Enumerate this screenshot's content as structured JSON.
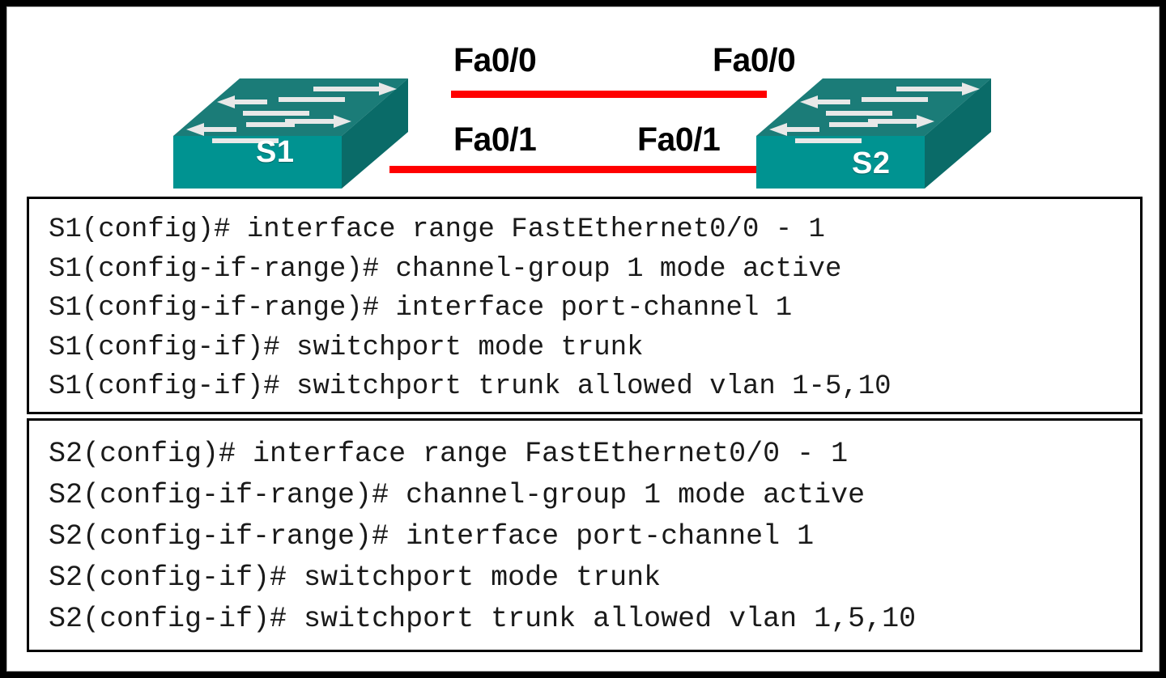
{
  "topology": {
    "devices": [
      {
        "id": "s1",
        "label": "S1",
        "icon": "switch-icon"
      },
      {
        "id": "s2",
        "label": "S2",
        "icon": "switch-icon"
      }
    ],
    "links": [
      {
        "id": "link-top",
        "color": "#ff0000",
        "left_interface": "Fa0/0",
        "right_interface": "Fa0/0"
      },
      {
        "id": "link-bottom",
        "color": "#ff0000",
        "left_interface": "Fa0/1",
        "right_interface": "Fa0/1"
      }
    ],
    "interface_labels": {
      "s1_top": "Fa0/0",
      "s2_top": "Fa0/0",
      "s1_bottom": "Fa0/1",
      "s2_bottom": "Fa0/1"
    },
    "colors": {
      "switch_front": "#009391",
      "switch_top": "#1b7c78",
      "switch_side": "#0a6b68",
      "link": "#ff0000",
      "label_text": "#ffffff"
    }
  },
  "config_blocks": [
    {
      "device": "S1",
      "lines": [
        "S1(config)# interface range FastEthernet0/0 - 1",
        "S1(config-if-range)# channel-group 1 mode active",
        "S1(config-if-range)# interface port-channel 1",
        "S1(config-if)# switchport mode trunk",
        "S1(config-if)# switchport trunk allowed vlan 1-5,10"
      ]
    },
    {
      "device": "S2",
      "lines": [
        "S2(config)# interface range FastEthernet0/0 - 1",
        "S2(config-if-range)# channel-group 1 mode active",
        "S2(config-if-range)# interface port-channel 1",
        "S2(config-if)# switchport mode trunk",
        "S2(config-if)# switchport trunk allowed vlan 1,5,10"
      ]
    }
  ]
}
